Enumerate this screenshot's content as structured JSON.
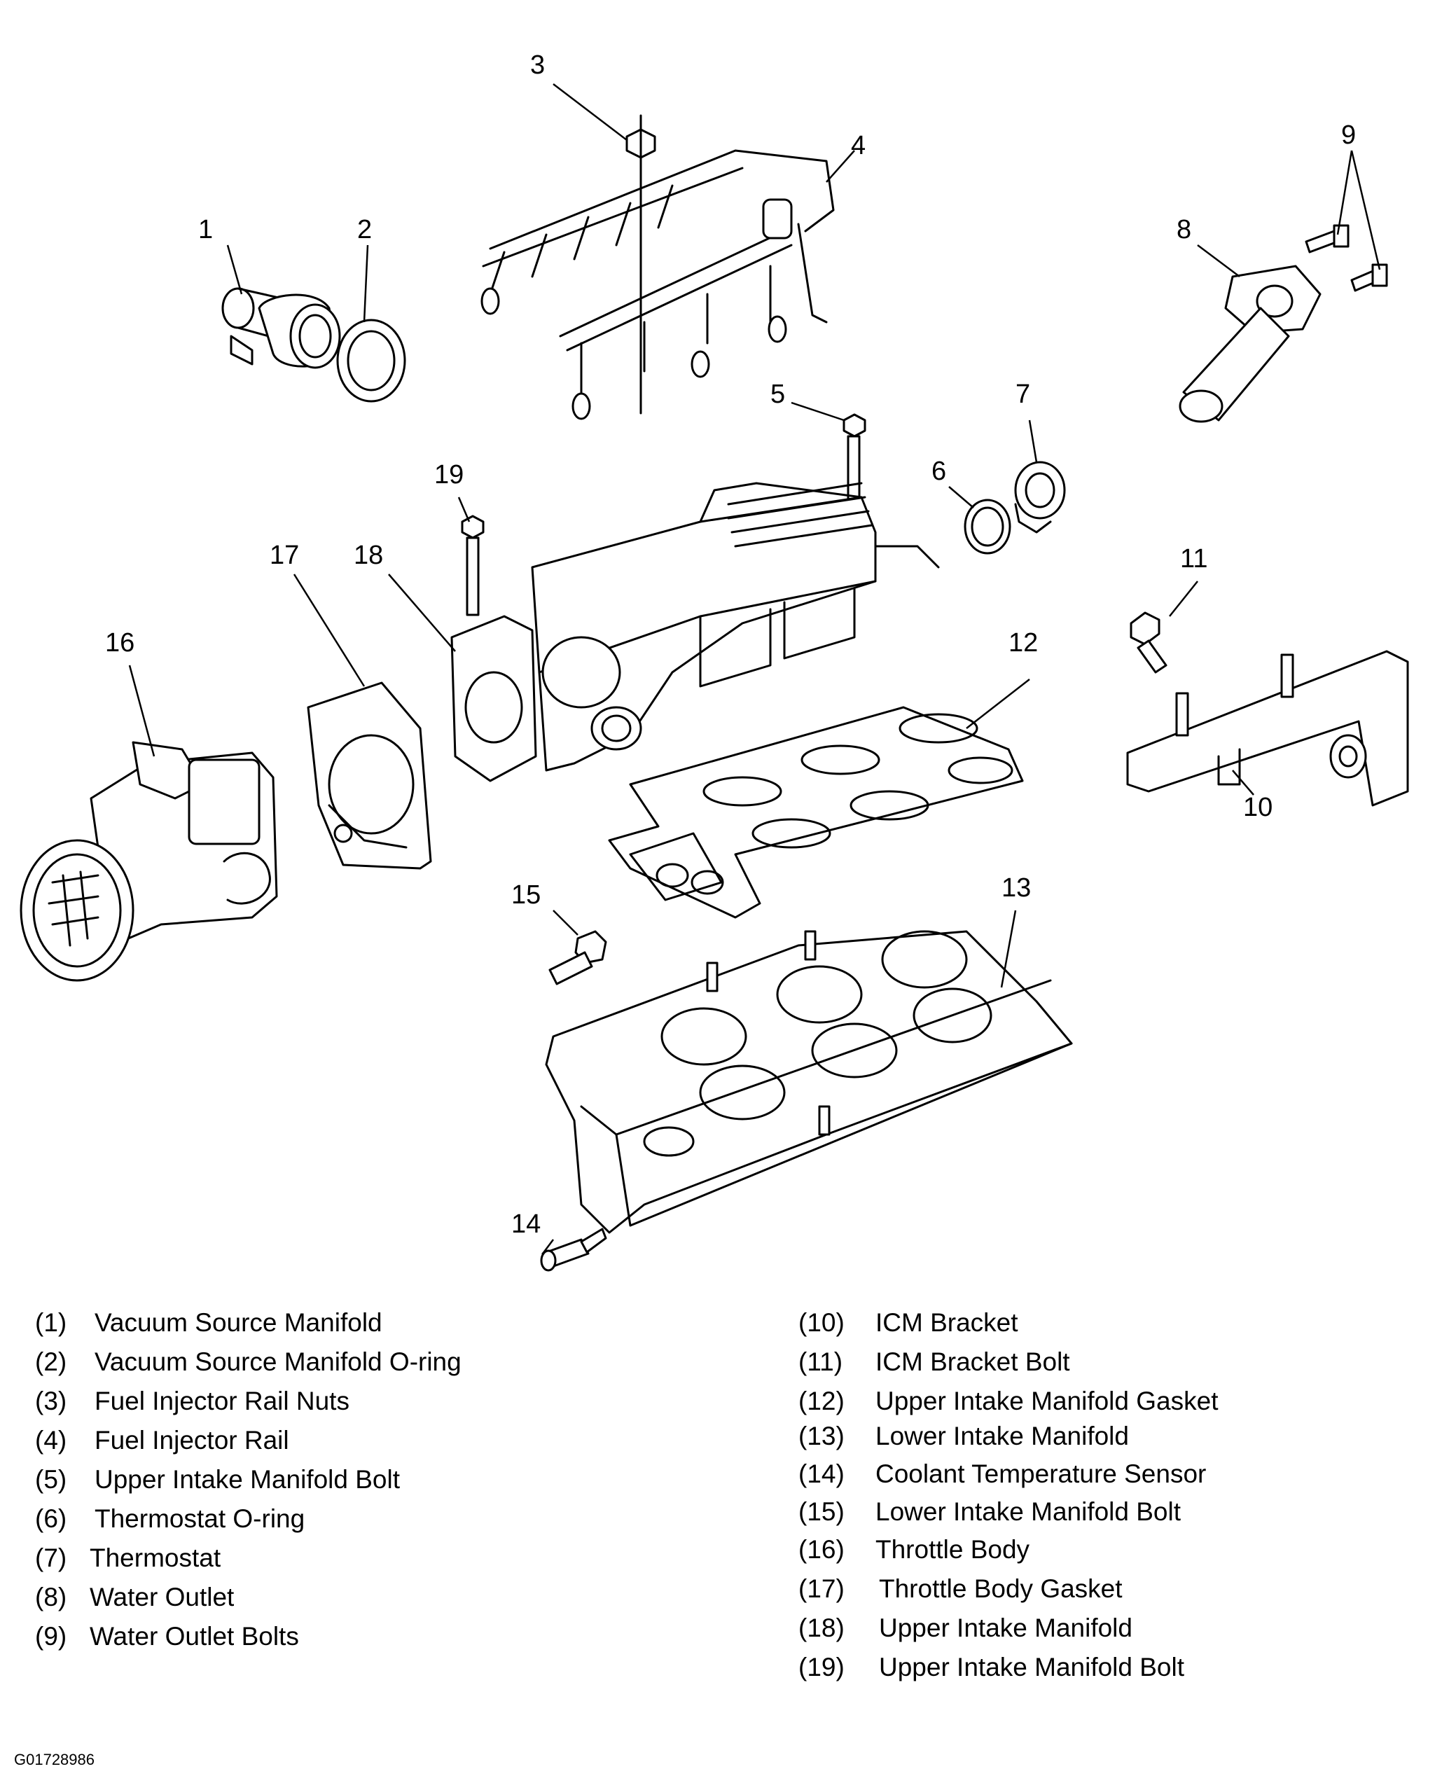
{
  "figure_id": "G01728986",
  "callouts": [
    "1",
    "2",
    "3",
    "4",
    "5",
    "6",
    "7",
    "8",
    "9",
    "10",
    "11",
    "12",
    "13",
    "14",
    "15",
    "16",
    "17",
    "18",
    "19"
  ],
  "legend": {
    "left": [
      {
        "num": "(1)",
        "label": "Vacuum Source Manifold"
      },
      {
        "num": "(2)",
        "label": "Vacuum Source Manifold O-ring"
      },
      {
        "num": "(3)",
        "label": "Fuel Injector Rail Nuts"
      },
      {
        "num": "(4)",
        "label": "Fuel Injector Rail"
      },
      {
        "num": "(5)",
        "label": "Upper Intake Manifold Bolt"
      },
      {
        "num": "(6)",
        "label": "Thermostat O-ring"
      },
      {
        "num": "(7)",
        "label": "Thermostat"
      },
      {
        "num": "(8)",
        "label": "Water Outlet"
      },
      {
        "num": "(9)",
        "label": "Water Outlet Bolts"
      }
    ],
    "right": [
      {
        "num": "(10)",
        "label": "ICM Bracket"
      },
      {
        "num": "(11)",
        "label": "ICM Bracket Bolt"
      },
      {
        "num": "(12)",
        "label": "Upper Intake Manifold Gasket"
      },
      {
        "num": "(13)",
        "label": "Lower Intake Manifold"
      },
      {
        "num": "(14)",
        "label": "Coolant Temperature Sensor"
      },
      {
        "num": "(15)",
        "label": "Lower Intake Manifold Bolt"
      },
      {
        "num": "(16)",
        "label": "Throttle Body"
      },
      {
        "num": "(17)",
        "label": "Throttle Body Gasket"
      },
      {
        "num": "(18)",
        "label": "Upper Intake Manifold"
      },
      {
        "num": "(19)",
        "label": "Upper Intake Manifold Bolt"
      }
    ]
  }
}
